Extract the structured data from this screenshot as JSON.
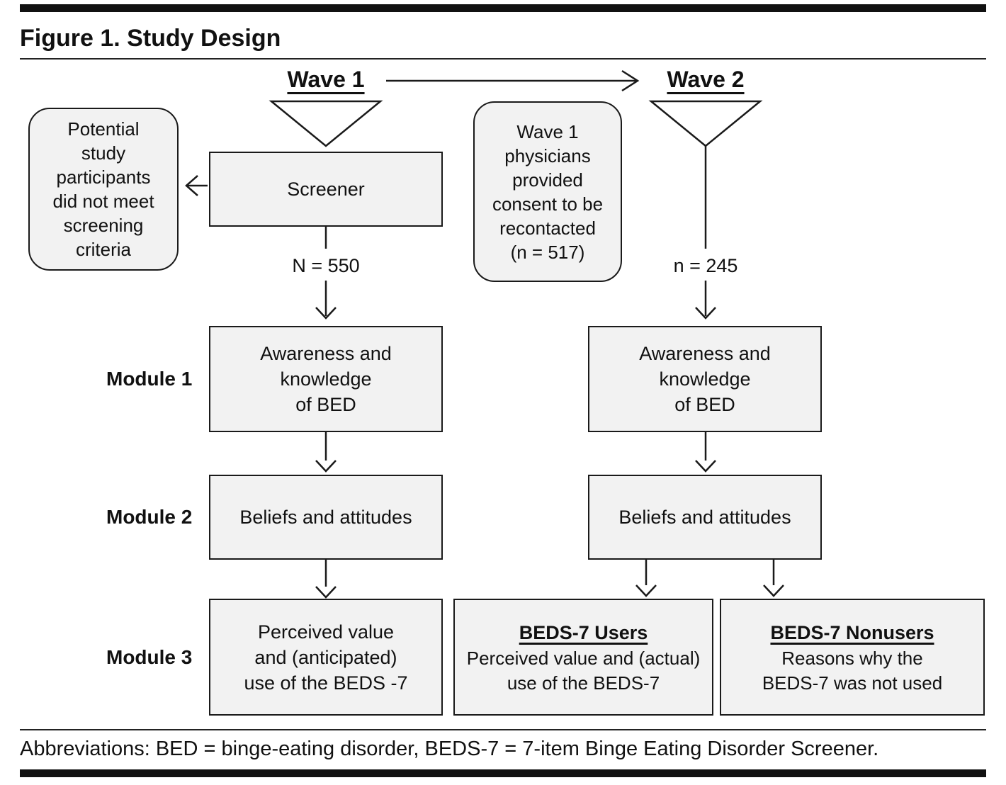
{
  "figure": {
    "title": "Figure 1. Study Design",
    "abbreviations": "Abbreviations: BED = binge-eating disorder, BEDS-7 = 7-item Binge Eating Disorder Screener."
  },
  "waves": {
    "wave1_label": "Wave 1",
    "wave2_label": "Wave 2"
  },
  "module_labels": {
    "module1": "Module 1",
    "module2": "Module 2",
    "module3": "Module 3"
  },
  "nodes": {
    "screener": "Screener",
    "exclusion": "Potential\nstudy\nparticipants\ndid not meet\nscreening\ncriteria",
    "wave1_n": "N = 550",
    "consent": "Wave 1\nphysicians\nprovided\nconsent to be\nrecontacted\n(n = 517)",
    "wave2_n": "n = 245",
    "wave1_module1": "Awareness and\nknowledge\nof BED",
    "wave1_module2": "Beliefs and attitudes",
    "wave1_module3": "Perceived value\nand (anticipated)\nuse of the BEDS -7",
    "wave2_module1": "Awareness and\nknowledge\nof BED",
    "wave2_module2": "Beliefs and attitudes",
    "users_title": "BEDS-7 Users",
    "users_body": "Perceived value and (actual)\nuse of the BEDS-7",
    "nonusers_title": "BEDS-7 Nonusers",
    "nonusers_body": "Reasons why the\nBEDS-7 was not used"
  },
  "colors": {
    "box_fill": "#f2f2f2",
    "line": "#1a1a1a",
    "text": "#111111",
    "background": "#ffffff"
  }
}
